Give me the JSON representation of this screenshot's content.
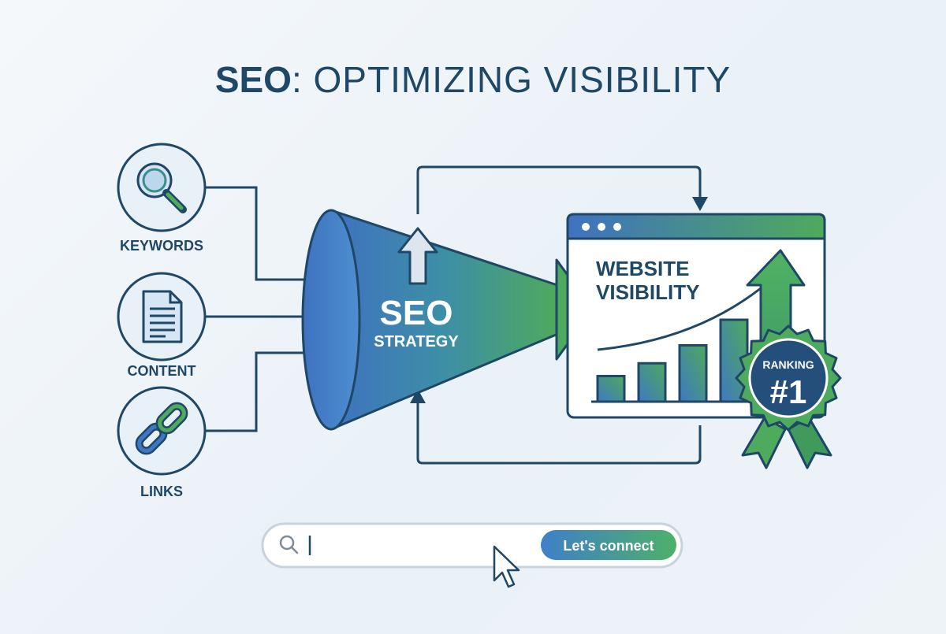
{
  "title": {
    "bold": "SEO",
    "rest": ": OPTIMIZING VISIBILITY"
  },
  "inputs": [
    {
      "label": "KEYWORDS",
      "icon": "magnifier-icon"
    },
    {
      "label": "CONTENT",
      "icon": "document-icon"
    },
    {
      "label": "LINKS",
      "icon": "chain-link-icon"
    }
  ],
  "funnel": {
    "line1": "SEO",
    "line2": "STRATEGY"
  },
  "website": {
    "line1": "WEBSITE",
    "line2": "VISIBILITY"
  },
  "badge": {
    "label": "RANKING",
    "rank": "#1"
  },
  "chart_data": {
    "type": "bar",
    "values": [
      1,
      1.5,
      2.2,
      3.2
    ],
    "trend": "rising"
  },
  "search": {
    "value": "",
    "button_label": "Let's connect"
  },
  "colors": {
    "navy": "#1f4766",
    "blue": "#3f78c2",
    "green": "#4eaa5c",
    "teal": "#3a8f8a"
  }
}
